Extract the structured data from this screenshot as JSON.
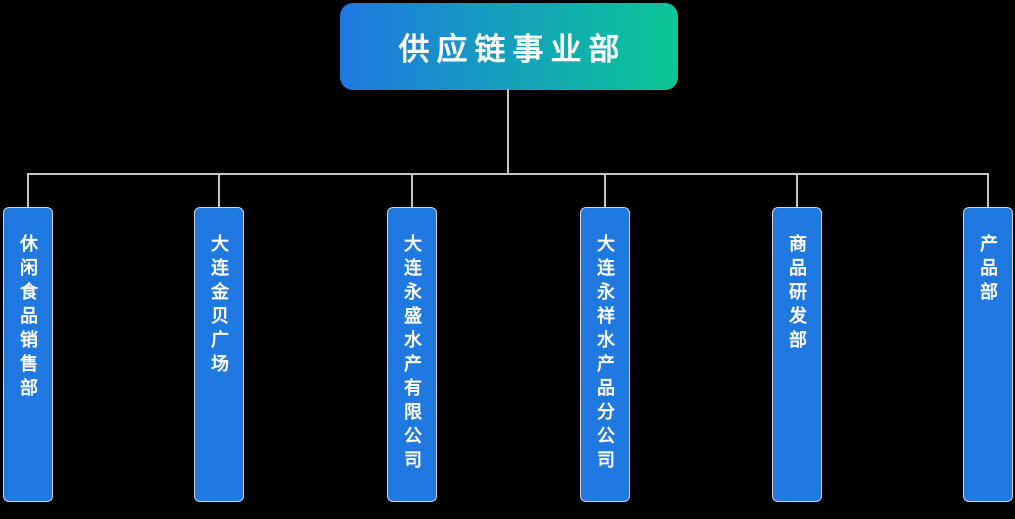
{
  "chart": {
    "root": {
      "label": "供应链事业部"
    },
    "departments": [
      {
        "label": "休闲食品销售部"
      },
      {
        "label": "大连金贝广场"
      },
      {
        "label": "大连永盛水产有限公司"
      },
      {
        "label": "大连永祥水产品分公司"
      },
      {
        "label": "商品研发部"
      },
      {
        "label": "产品部"
      }
    ]
  },
  "colors": {
    "background": "#000000",
    "root_gradient_start": "#1f78e2",
    "root_gradient_end": "#0bc795",
    "department_fill": "#2078e1",
    "department_border": "#cfd4da",
    "connector": "#c5c5c5",
    "text": "#ffffff"
  }
}
